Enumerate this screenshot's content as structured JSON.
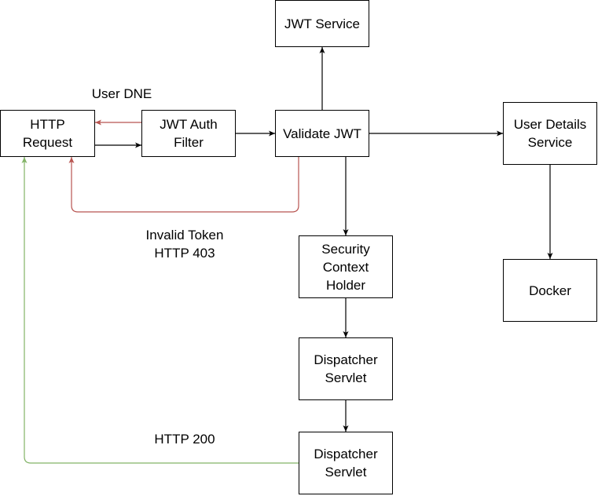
{
  "diagram": {
    "nodes": {
      "http_request": "HTTP\nRequest",
      "jwt_auth_filter": "JWT Auth\nFilter",
      "validate_jwt": "Validate JWT",
      "jwt_service": "JWT Service",
      "user_details_service": "User Details\nService",
      "docker": "Docker",
      "security_context_holder": "Security\nContext\nHolder",
      "dispatcher_servlet_1": "Dispatcher\nServlet",
      "dispatcher_servlet_2": "Dispatcher\nServlet"
    },
    "labels": {
      "user_dne": "User DNE",
      "invalid_token": "Invalid Token\nHTTP 403",
      "http_200": "HTTP 200"
    },
    "colors": {
      "default_edge": "#000000",
      "error_edge": "#b85450",
      "success_edge": "#82b366"
    }
  }
}
